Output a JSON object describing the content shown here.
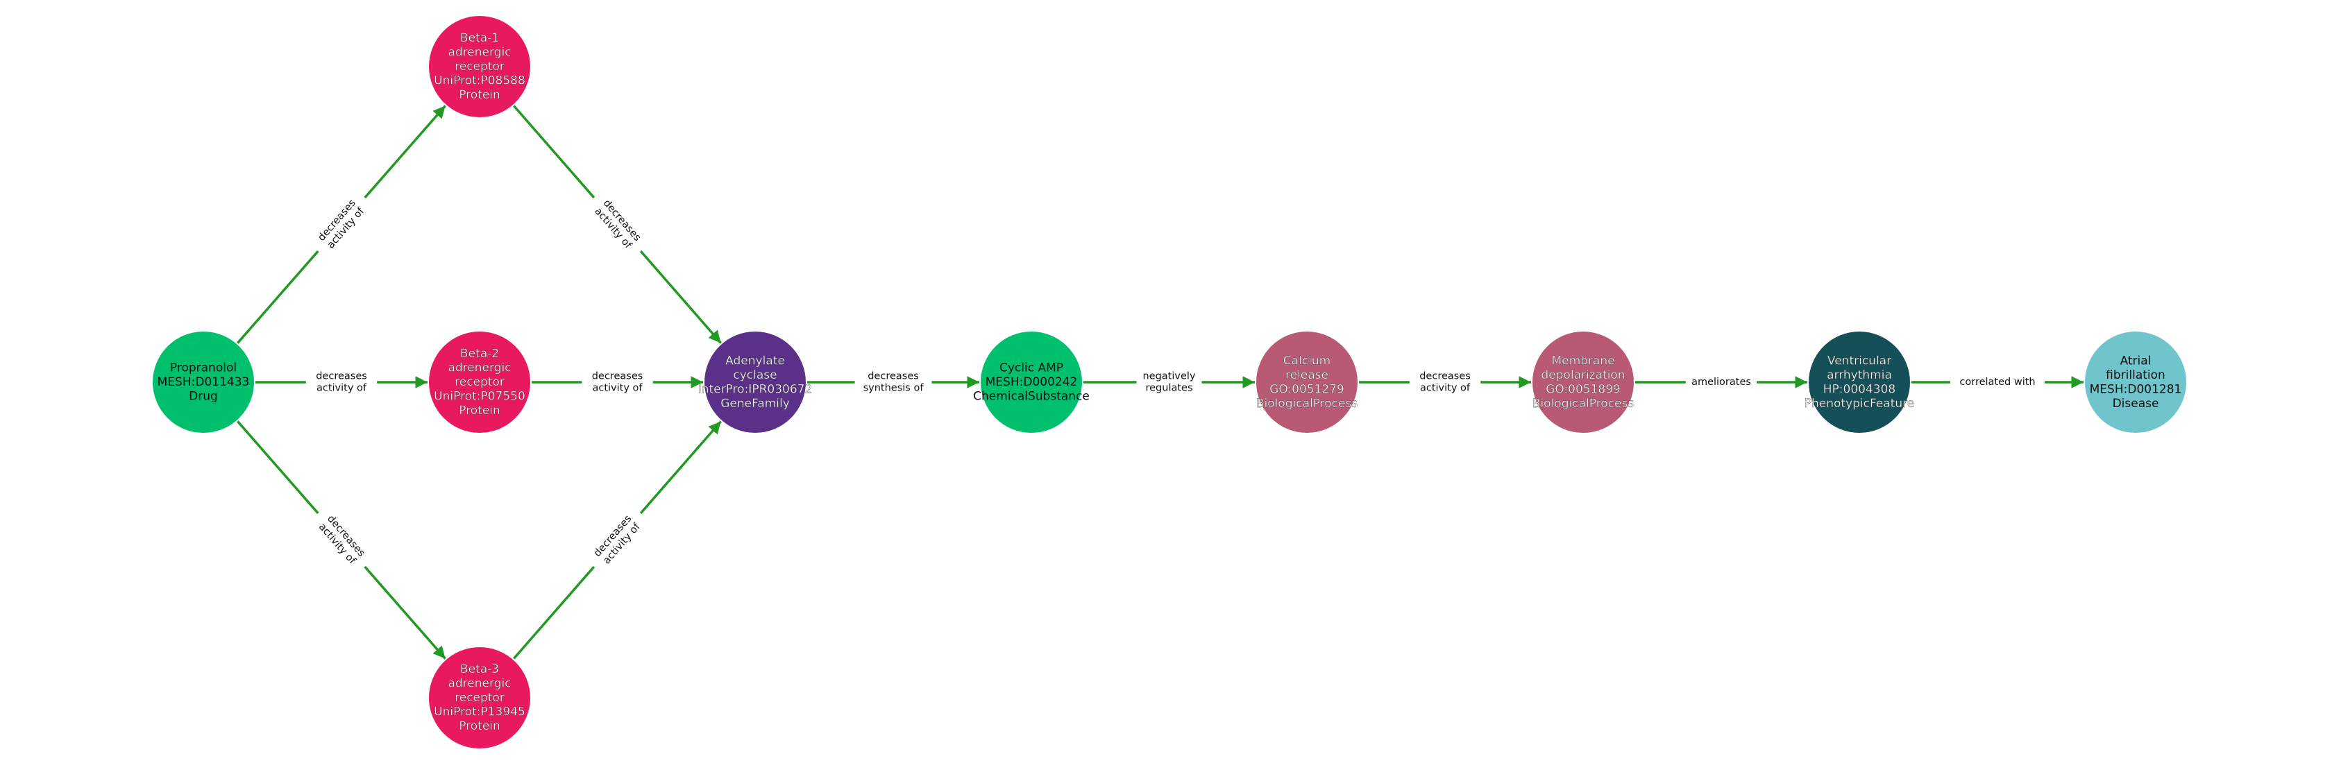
{
  "colors": {
    "edge": "#229922",
    "edge_label_bg": "#ffffff",
    "text_dark": "#111111",
    "text_light": "#ffffff"
  },
  "nodes": [
    {
      "id": "propranolol",
      "lines": [
        "Propranolol",
        "MESH:D011433",
        "Drug"
      ],
      "color": "#00c06e",
      "text_color": "#111111"
    },
    {
      "id": "beta1",
      "lines": [
        "Beta-1",
        "adrenergic",
        "receptor",
        "UniProt:P08588",
        "Protein"
      ],
      "color": "#e8195e",
      "text_color": "#ffffff"
    },
    {
      "id": "beta2",
      "lines": [
        "Beta-2",
        "adrenergic",
        "receptor",
        "UniProt:P07550",
        "Protein"
      ],
      "color": "#e8195e",
      "text_color": "#ffffff"
    },
    {
      "id": "beta3",
      "lines": [
        "Beta-3",
        "adrenergic",
        "receptor",
        "UniProt:P13945",
        "Protein"
      ],
      "color": "#e8195e",
      "text_color": "#ffffff"
    },
    {
      "id": "adenylate",
      "lines": [
        "Adenylate",
        "cyclase",
        "InterPro:IPR030672",
        "GeneFamily"
      ],
      "color": "#5b3089",
      "text_color": "#ffffff"
    },
    {
      "id": "camp",
      "lines": [
        "Cyclic AMP",
        "MESH:D000242",
        "ChemicalSubstance"
      ],
      "color": "#00c06e",
      "text_color": "#111111"
    },
    {
      "id": "calcium",
      "lines": [
        "Calcium",
        "release",
        "GO:0051279",
        "BiologicalProcess"
      ],
      "color": "#b85a74",
      "text_color": "#ffffff"
    },
    {
      "id": "membrane",
      "lines": [
        "Membrane",
        "depolarization",
        "GO:0051899",
        "BiologicalProcess"
      ],
      "color": "#b85a74",
      "text_color": "#ffffff"
    },
    {
      "id": "arrhythmia",
      "lines": [
        "Ventricular",
        "arrhythmia",
        "HP:0004308",
        "PhenotypicFeature"
      ],
      "color": "#154f58",
      "text_color": "#ffffff"
    },
    {
      "id": "afib",
      "lines": [
        "Atrial",
        "fibrillation",
        "MESH:D001281",
        "Disease"
      ],
      "color": "#70c5cc",
      "text_color": "#111111"
    }
  ],
  "edges": [
    {
      "source": "propranolol",
      "target": "beta1",
      "label": [
        "decreases",
        "activity of"
      ]
    },
    {
      "source": "propranolol",
      "target": "beta2",
      "label": [
        "decreases",
        "activity of"
      ]
    },
    {
      "source": "propranolol",
      "target": "beta3",
      "label": [
        "decreases",
        "activity of"
      ]
    },
    {
      "source": "beta1",
      "target": "adenylate",
      "label": [
        "decreases",
        "activity of"
      ]
    },
    {
      "source": "beta2",
      "target": "adenylate",
      "label": [
        "decreases",
        "activity of"
      ]
    },
    {
      "source": "beta3",
      "target": "adenylate",
      "label": [
        "decreases",
        "activity of"
      ]
    },
    {
      "source": "adenylate",
      "target": "camp",
      "label": [
        "decreases",
        "synthesis of"
      ]
    },
    {
      "source": "camp",
      "target": "calcium",
      "label": [
        "negatively",
        "regulates"
      ]
    },
    {
      "source": "calcium",
      "target": "membrane",
      "label": [
        "decreases",
        "activity of"
      ]
    },
    {
      "source": "membrane",
      "target": "arrhythmia",
      "label": [
        "ameliorates"
      ]
    },
    {
      "source": "arrhythmia",
      "target": "afib",
      "label": [
        "correlated with"
      ]
    }
  ]
}
